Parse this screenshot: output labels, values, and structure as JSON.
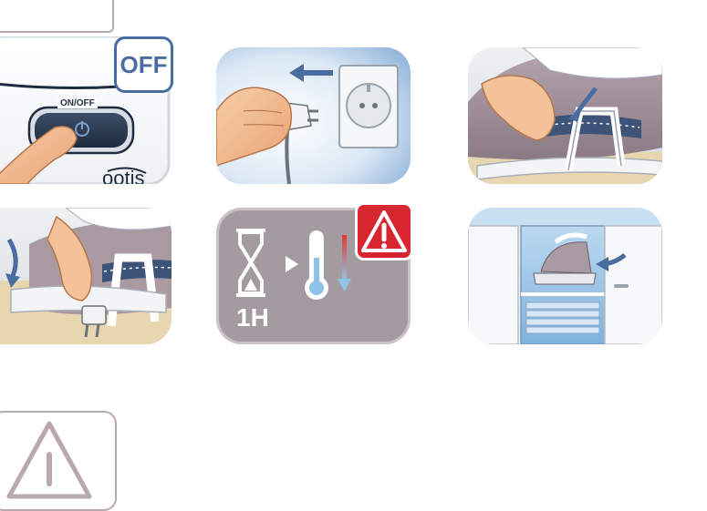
{
  "step1": {
    "off_label": "OFF",
    "button_label": "ON/OFF",
    "brand_fragment": "ootis"
  },
  "step5": {
    "duration_label": "1H"
  },
  "colors": {
    "accent_blue": "#4a6da1",
    "warning_red": "#d7262f",
    "panel_mauve": "#a49ba1",
    "counter_tan": "#e6d6b5"
  },
  "icons": [
    "off-badge",
    "power-icon",
    "hourglass-icon",
    "thermometer-icon",
    "warning-icon",
    "arrow-icon"
  ]
}
